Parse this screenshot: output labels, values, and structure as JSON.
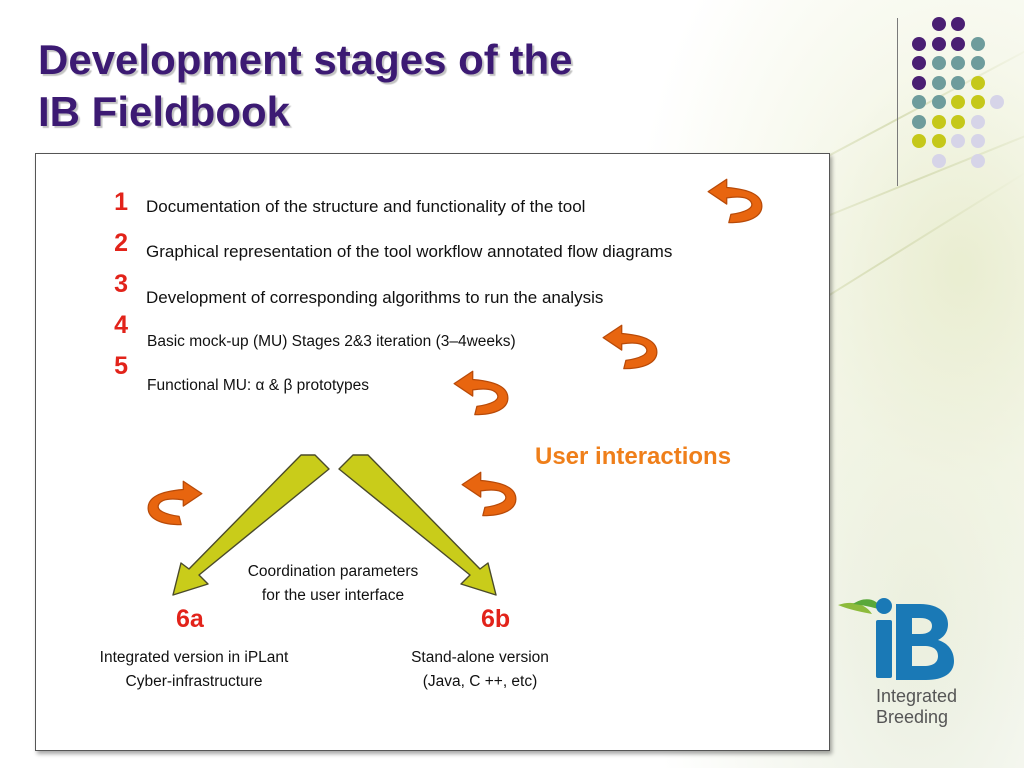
{
  "title": {
    "line1": "Development stages of the",
    "line2": "IB Fieldbook"
  },
  "steps": [
    {
      "number": "1",
      "text": "Documentation of the structure and functionality of the tool"
    },
    {
      "number": "2",
      "text": "Graphical representation of the tool workflow annotated flow diagrams"
    },
    {
      "number": "3",
      "text": "Development of corresponding algorithms to run the analysis"
    },
    {
      "number": "4",
      "text": "Basic mock-up (MU) Stages 2&3 iteration (3–4weeks)"
    },
    {
      "number": "5",
      "text": "Functional MU: α & β prototypes"
    }
  ],
  "user_interactions": "User interactions",
  "coordination": {
    "line1": "Coordination parameters",
    "line2": "for the user interface"
  },
  "branches": [
    {
      "label": "6a",
      "line1": "Integrated version in iPLant",
      "line2": "Cyber-infrastructure"
    },
    {
      "label": "6b",
      "line1": "Stand-alone version",
      "line2": "(Java, C ++, etc)"
    }
  ],
  "logo": {
    "mark": "iB",
    "line1": "Integrated",
    "line2": "Breeding"
  },
  "colors": {
    "title": "#3c1a73",
    "step_number": "#e2231a",
    "user_interactions": "#ef7f1a",
    "cycle_arrow": "#e8650f",
    "branch_arrow": "#c9cc1a",
    "dot_purple": "#4a1f73",
    "dot_teal": "#6e9c9c",
    "dot_lime": "#c5c81a",
    "dot_lavender": "#d6d4e8"
  },
  "icons": [
    "cycle-arrow-icon",
    "branch-arrow-icon",
    "ib-logo-icon",
    "decorative-dot-grid"
  ]
}
